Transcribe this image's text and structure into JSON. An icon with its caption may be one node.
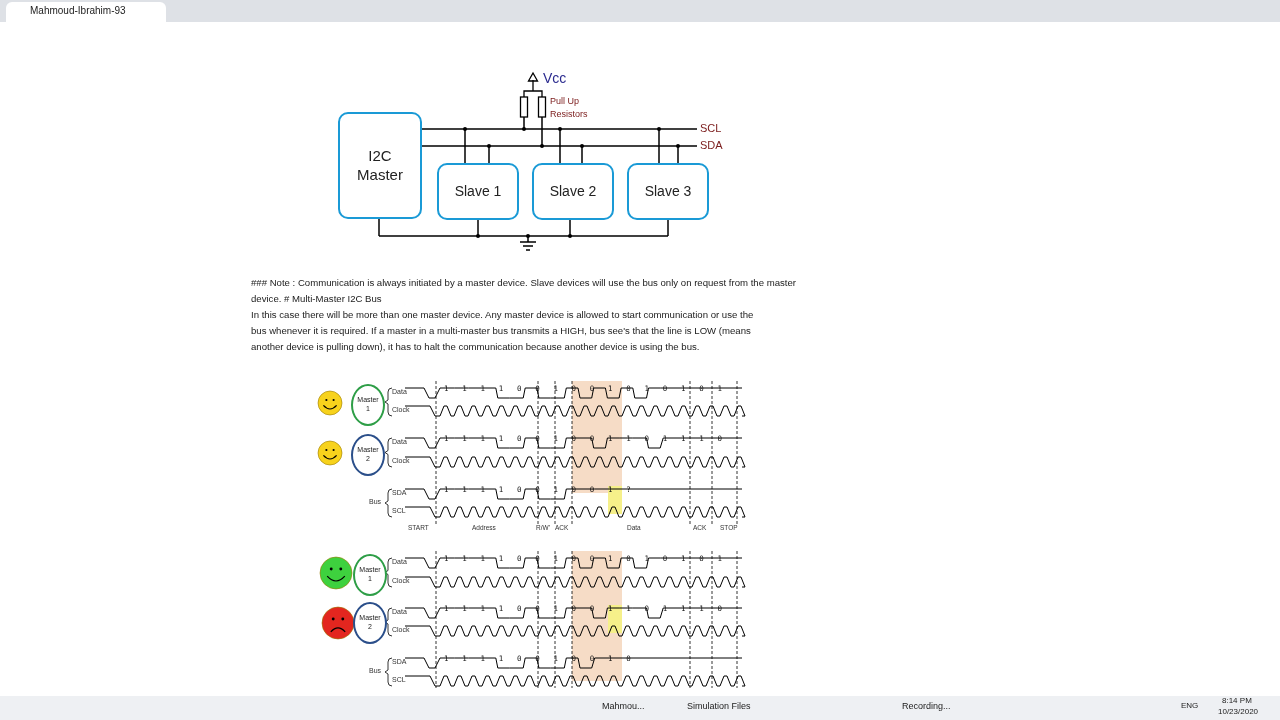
{
  "diagram": {
    "nodes": [
      {
        "text": [
          "I2C Master"
        ]
      },
      {
        "text": [
          "Slave 1"
        ]
      },
      {
        "text": [
          "Slave 2"
        ]
      },
      {
        "text": [
          "Slave 3"
        ]
      },
      {
        "text": [
          "Master 1"
        ]
      },
      {
        "text": [
          "Master 2"
        ]
      },
      {
        "text": [
          "Master 1"
        ]
      },
      {
        "text": [
          "Master 2"
        ]
      },
      {
        "text": [],
        "shape": "bar",
        "beside": [
          "SCL"
        ]
      },
      {
        "text": [],
        "shape": "bar",
        "beside": [
          "SDA"
        ]
      },
      {
        "text": [],
        "shape": "bar"
      },
      {
        "text": [],
        "shape": "resistor",
        "beside": [
          "Pull Up Resistors"
        ]
      }
    ],
    "edges": [
      {
        "from": 0,
        "to": 8,
        "arrow": "none"
      },
      {
        "from": 0,
        "to": 9,
        "arrow": "none"
      },
      {
        "from": 1,
        "to": 8,
        "arrow": "none"
      },
      {
        "from": 1,
        "to": 9,
        "arrow": "none"
      },
      {
        "from": 2,
        "to": 8,
        "arrow": "none"
      },
      {
        "from": 2,
        "to": 9,
        "arrow": "none"
      },
      {
        "from": 3,
        "to": 8,
        "arrow": "none"
      },
      {
        "from": 3,
        "to": 9,
        "arrow": "none"
      },
      {
        "from": 11,
        "to": 8,
        "arrow": "none"
      },
      {
        "from": 11,
        "to": 9,
        "arrow": "none"
      },
      {
        "from": 0,
        "to": 10,
        "arrow": "none"
      },
      {
        "from": 1,
        "to": 10,
        "arrow": "none"
      },
      {
        "from": 2,
        "to": 10,
        "arrow": "none"
      },
      {
        "from": 3,
        "to": 10,
        "arrow": "none"
      }
    ],
    "labels": [
      "Mahmoud-Ibrahim-93",
      "Vcc",
      "### Note : Communication is always initiated by a master device. Slave devices will use the bus only on request from the master device. # Multi-Master I2C Bus",
      "In this case there will be more than one master device. Any master device is allowed to start communication or use the bus whenever it is required. If a master in a multi-master bus transmits a HIGH, bus see's that the line is LOW (means another device is pulling down), it has to halt the communication because another device is using the bus.",
      "Data",
      "1 1 1 1 0 0 1 0 0 1 0 1 0 1 0 1",
      "Clock",
      "Data",
      "1 1 1 1 0 0 1 0 0 1 1 0 1 1 1 0",
      "Clock",
      "Bus",
      "SDA",
      "1 1 1 1 0 0 1 0 0 1 ?",
      "SCL",
      "START",
      "Address",
      "R/W'",
      "ACK",
      "Data",
      "ACK",
      "STOP",
      "Data",
      "1 1 1 1 0 0 1 0 0 1 0 1 0 1 0 1",
      "Clock",
      "Data",
      "1 1 1 1 0 0 1 0 0 1 1 0 1 1 1 0",
      "Clock",
      "Bus",
      "SDA",
      "1 1 1 1 0 0 1 0 0 1 0",
      "SCL",
      "Mahmou...",
      "Simulation Files",
      "Recording...",
      "ENG",
      "8:14 PM",
      "10/23/2020"
    ]
  }
}
